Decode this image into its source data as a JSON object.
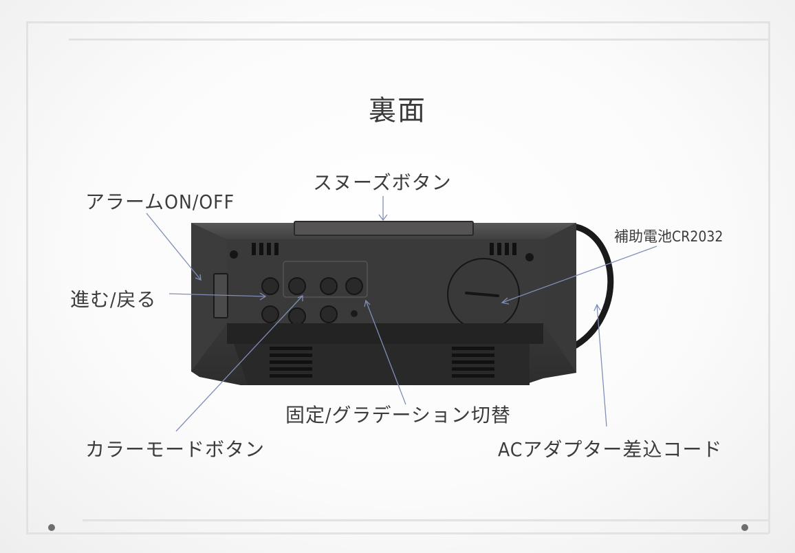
{
  "slide": {
    "title": "裏面",
    "accent_line_color": "#7f8fb8",
    "labels": {
      "snooze": "スヌーズボタン",
      "alarm_on_off": "アラームON/OFF",
      "forward_back": "進む/戻る",
      "backup_battery": "補助電池CR2032",
      "fixed_gradation": "固定/グラデーション切替",
      "color_mode_button": "カラーモードボタン",
      "ac_adapter_cord": "ACアダプター差込コード"
    }
  }
}
